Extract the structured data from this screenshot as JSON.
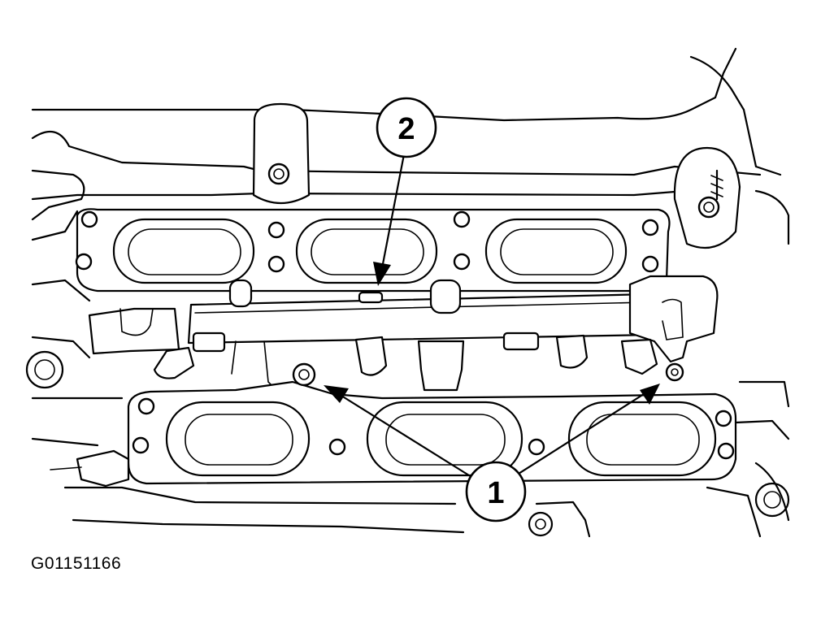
{
  "callouts": [
    {
      "label": "1"
    },
    {
      "label": "2"
    }
  ],
  "figure_id": "G01151166"
}
